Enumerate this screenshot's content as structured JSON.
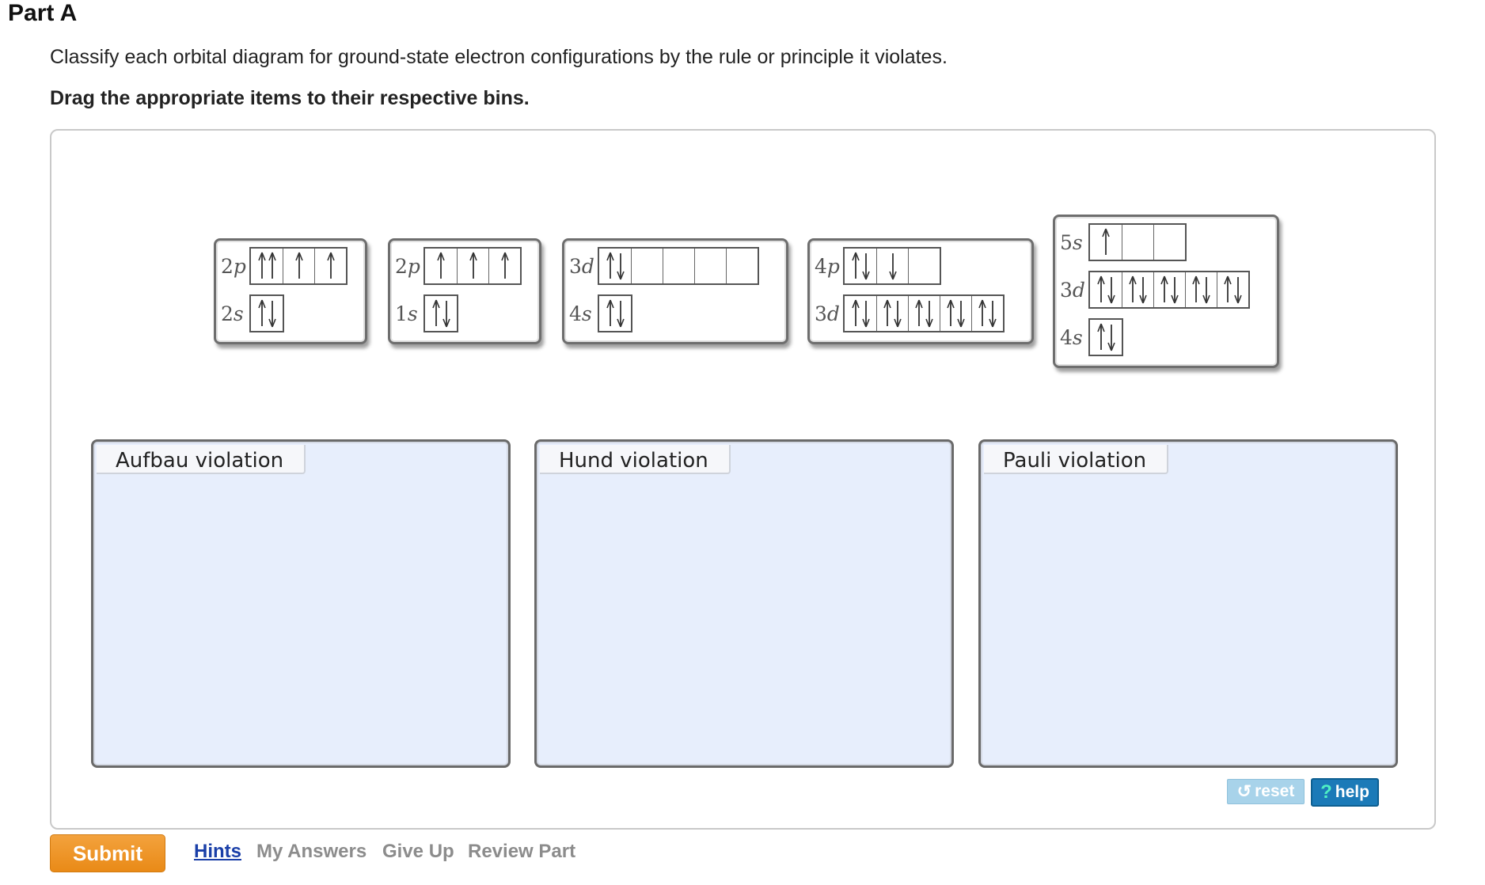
{
  "part_title": "Part A",
  "instructions": "Classify each orbital diagram for ground-state electron configurations by the rule or principle it violates.",
  "drag_instructions": "Drag the appropriate items to their respective bins.",
  "cards": [
    {
      "rows": [
        {
          "n": "2",
          "l": "p",
          "cells": [
            "uu",
            "u",
            "u"
          ]
        },
        {
          "n": "2",
          "l": "s",
          "cells": [
            "ud"
          ]
        }
      ]
    },
    {
      "rows": [
        {
          "n": "2",
          "l": "p",
          "cells": [
            "u",
            "u",
            "u"
          ]
        },
        {
          "n": "1",
          "l": "s",
          "cells": [
            "ud"
          ]
        }
      ]
    },
    {
      "rows": [
        {
          "n": "3",
          "l": "d",
          "cells": [
            "ud",
            "",
            "",
            "",
            ""
          ]
        },
        {
          "n": "4",
          "l": "s",
          "cells": [
            "ud"
          ]
        }
      ]
    },
    {
      "rows": [
        {
          "n": "4",
          "l": "p",
          "cells": [
            "ud",
            "d",
            ""
          ]
        },
        {
          "n": "3",
          "l": "d",
          "cells": [
            "ud",
            "ud",
            "ud",
            "ud",
            "ud"
          ]
        }
      ]
    },
    {
      "rows": [
        {
          "n": "5",
          "l": "s",
          "cells": [
            "u",
            "",
            ""
          ]
        },
        {
          "n": "3",
          "l": "d",
          "cells": [
            "ud",
            "ud",
            "ud",
            "ud",
            "ud"
          ]
        },
        {
          "n": "4",
          "l": "s",
          "cells": [
            "ud"
          ]
        }
      ]
    }
  ],
  "bins": [
    {
      "label": "Aufbau violation"
    },
    {
      "label": "Hund violation"
    },
    {
      "label": "Pauli violation"
    }
  ],
  "controls": {
    "reset_label": "reset",
    "help_label": "help",
    "reset_icon": "undo-arrow-icon",
    "help_icon": "question-mark-icon"
  },
  "footer": {
    "submit_label": "Submit",
    "hints_label": "Hints",
    "my_answers_label": "My Answers",
    "give_up_label": "Give Up",
    "review_part_label": "Review Part"
  },
  "colors": {
    "submit": "#ed911f",
    "help": "#1b7ab8",
    "reset": "#a8d3ea",
    "bin_fill": "#e7eefc",
    "link_active": "#1a3fa8"
  }
}
